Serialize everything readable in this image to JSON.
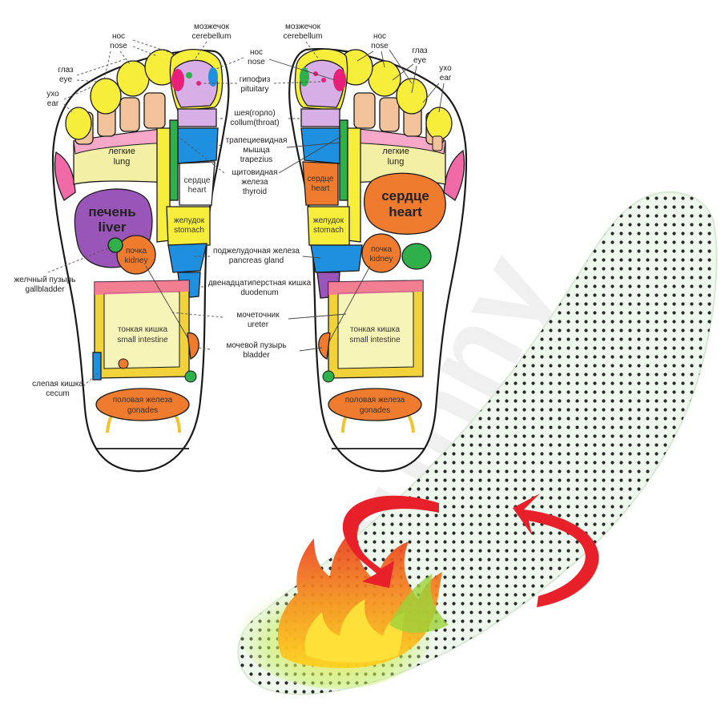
{
  "watermark": "sunny",
  "labels": {
    "cerebellum": {
      "ru": "мозжечок",
      "en": "cerebellum"
    },
    "nose": {
      "ru": "нос",
      "en": "nose"
    },
    "eye": {
      "ru": "глаз",
      "en": "eye"
    },
    "ear": {
      "ru": "ухо",
      "en": "ear"
    },
    "pituitary": {
      "ru": "гипофиз",
      "en": "pituitary"
    },
    "throat": {
      "ru": "шея(горло)",
      "en": "collum(throat)"
    },
    "trapezius": {
      "ru1": "трапециевидная",
      "ru2": "мышца",
      "en": "trapezius"
    },
    "thyroid": {
      "ru1": "щитовидная",
      "ru2": "железа",
      "en": "thyroid"
    },
    "lung": {
      "ru": "легкие",
      "en": "lung"
    },
    "heart_small": {
      "ru": "сердце",
      "en": "heart"
    },
    "heart_big": {
      "ru": "сердце",
      "en": "heart"
    },
    "liver": {
      "ru": "печень",
      "en": "liver"
    },
    "stomach": {
      "ru": "желудок",
      "en": "stomach"
    },
    "kidney": {
      "ru": "почка",
      "en": "kidney"
    },
    "pancreas": {
      "ru": "поджелудочная железа",
      "en": "pancreas gland"
    },
    "gallbladder": {
      "ru": "желчный пузырь",
      "en": "gallbladder"
    },
    "duodenum": {
      "ru": "двенадцатиперстная кишка",
      "en": "duodenum"
    },
    "ureter": {
      "ru": "мочеточник",
      "en": "ureter"
    },
    "small_intestine": {
      "ru": "тонкая кишка",
      "en": "small intestine"
    },
    "bladder": {
      "ru": "мочевой пузырь",
      "en": "bladder"
    },
    "cecum": {
      "ru": "слепая кишка",
      "en": "cecum"
    },
    "gonades": {
      "ru": "половая железа",
      "en": "gonades"
    }
  },
  "colors": {
    "toe_yellow": "#f7ee3c",
    "toe_tan": "#f2c39a",
    "pink": "#f06aa8",
    "lilac": "#d7aee6",
    "blue": "#1f8fe0",
    "green": "#2fb04a",
    "orange": "#ee7b2e",
    "purple": "#9a55b8",
    "lung": "#f3f0a6",
    "intestine": "#f7f4b8",
    "insole": "#eef8ec",
    "flame": "#f15a24",
    "arrow": "#e8202a"
  }
}
